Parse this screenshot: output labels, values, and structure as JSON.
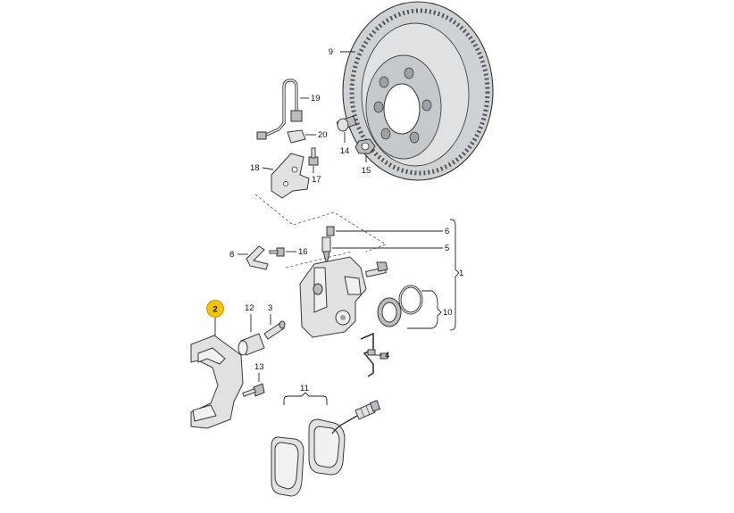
{
  "callouts": {
    "c1": "1",
    "c2": "2",
    "c3": "3",
    "c4": "4",
    "c5": "5",
    "c6": "6",
    "c8": "8",
    "c9": "9",
    "c10": "10",
    "c11": "11",
    "c12": "12",
    "c13": "13",
    "c14": "14",
    "c15": "15",
    "c16": "16",
    "c17": "17",
    "c18": "18",
    "c19": "19",
    "c20": "20"
  },
  "highlight": {
    "callout": "2",
    "color": "#f2c300"
  }
}
